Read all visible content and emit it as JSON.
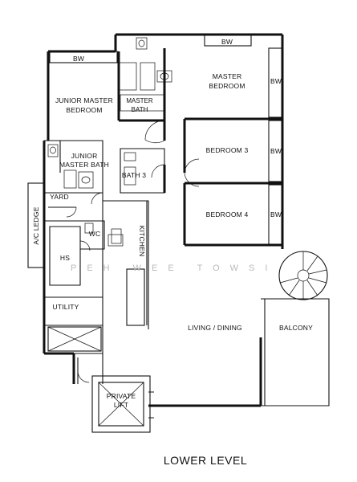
{
  "caption": "LOWER LEVEL",
  "watermark": "PEH WEE TOWSI",
  "rooms": {
    "bw_top_left": "BW",
    "bw_top_right": "BW",
    "bw_master": "BW",
    "bw_bedroom3": "BW",
    "bw_bedroom4": "BW",
    "junior_master_bedroom_l1": "JUNIOR MASTER",
    "junior_master_bedroom_l2": "BEDROOM",
    "master_bath_l1": "MASTER",
    "master_bath_l2": "BATH",
    "master_bedroom_l1": "MASTER",
    "master_bedroom_l2": "BEDROOM",
    "junior_master_bath_l1": "JUNIOR",
    "junior_master_bath_l2": "MASTER BATH",
    "bath3": "BATH 3",
    "bedroom3": "BEDROOM 3",
    "bedroom4": "BEDROOM 4",
    "yard": "YARD",
    "ac_ledge": "A/C LEDGE",
    "wc": "WC",
    "kitchen": "KITCHEN",
    "hs": "HS",
    "utility": "UTILITY",
    "living_dining": "LIVING  /  DINING",
    "balcony": "BALCONY",
    "private_lift_l1": "PRIVATE",
    "private_lift_l2": "LIFT"
  }
}
